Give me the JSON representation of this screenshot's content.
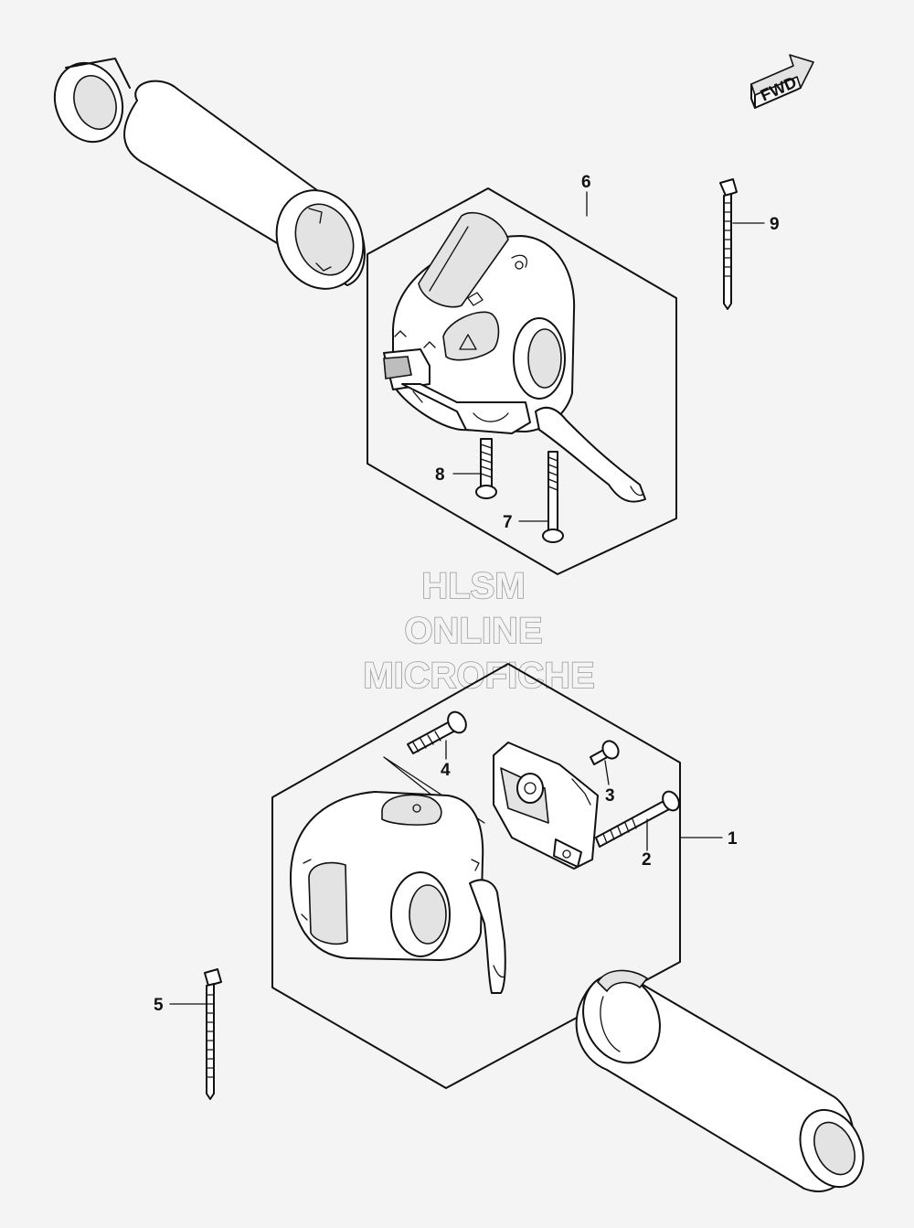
{
  "fwd_label": "FWD",
  "watermark": {
    "line1": "HLSM",
    "line2": "ONLINE",
    "line3": "MICROFICHE"
  },
  "callouts": [
    {
      "id": "1",
      "label": "1"
    },
    {
      "id": "2",
      "label": "2"
    },
    {
      "id": "3",
      "label": "3"
    },
    {
      "id": "4",
      "label": "4"
    },
    {
      "id": "5",
      "label": "5"
    },
    {
      "id": "6",
      "label": "6"
    },
    {
      "id": "7",
      "label": "7"
    },
    {
      "id": "8",
      "label": "8"
    },
    {
      "id": "9",
      "label": "9"
    }
  ],
  "colors": {
    "line": "#111111",
    "background": "#f4f4f4",
    "watermark_outline": "#9a9a9a"
  }
}
